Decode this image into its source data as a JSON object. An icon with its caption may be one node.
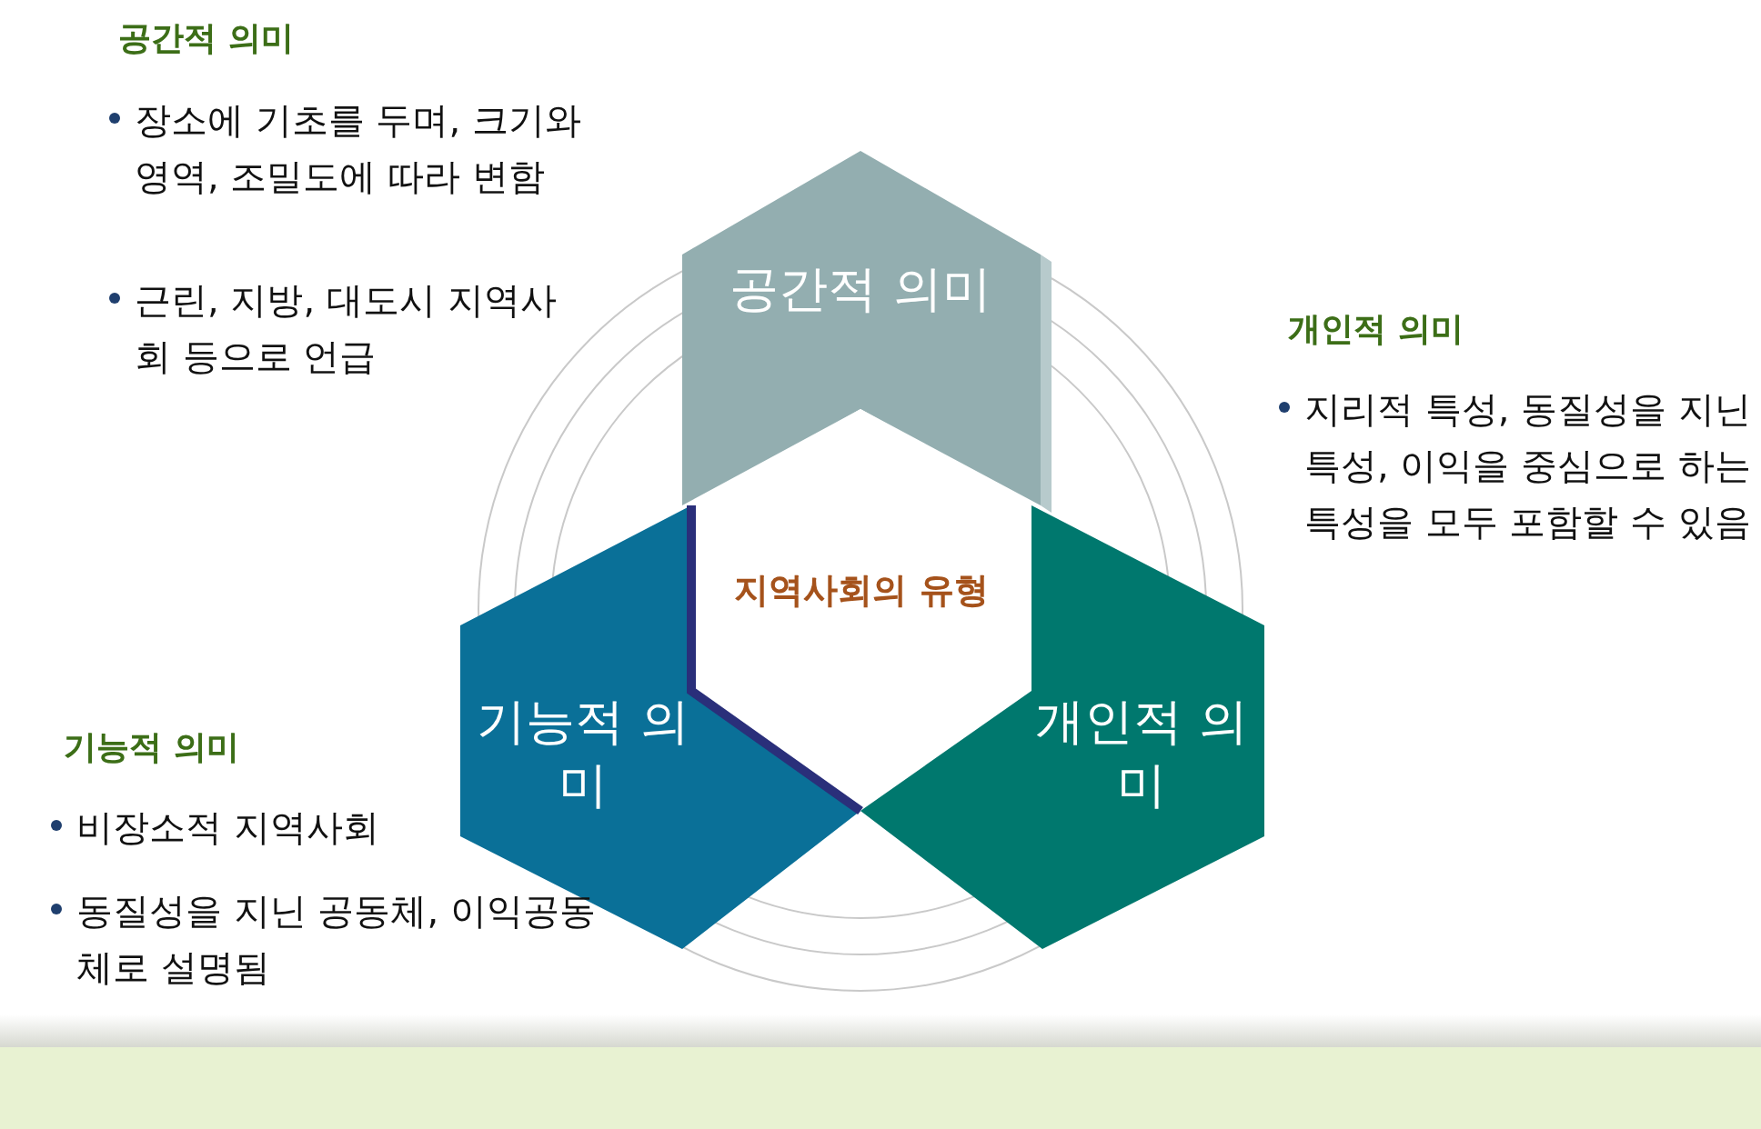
{
  "diagram": {
    "nodes": [
      {
        "text": [
          "공간적 의미"
        ]
      },
      {
        "text": [
          "지역사회의 유형"
        ]
      },
      {
        "text": [
          "기능적 의미"
        ]
      },
      {
        "text": [
          "개인적 의미"
        ]
      }
    ],
    "labels": [
      "공간적 의미",
      "장소에 기초를 두며, 크기와 영역, 조밀도에 따라 변함",
      "근린, 지방, 대도시 지역사회 등으로 언급",
      "개인적 의미",
      "지리적 특성, 동질성을 지닌 특성, 이익을 중심으로 하는 특성을 모두 포함할 수 있음",
      "기능적 의미",
      "비장소적 지역사회",
      "동질성을 지닌 공동체, 이익공동체로 설명됨"
    ]
  }
}
